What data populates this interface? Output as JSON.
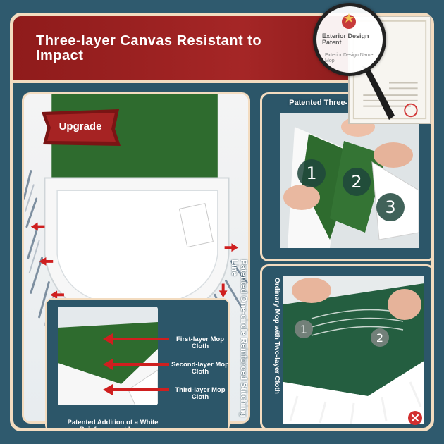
{
  "title": "Three-layer Canvas Resistant to Impact",
  "badge": "Upgrade",
  "patent": {
    "label": "Exterior Design Patent",
    "name": "Exterior Design Name: Mop"
  },
  "left_panel": {
    "stitch_label": "Patented One-circle Reinforced Stitching Line",
    "inset": {
      "layers": [
        "First-layer Mop Cloth",
        "Second-layer Mop Cloth",
        "Third-layer Mop Cloth"
      ],
      "addition_label": "Patented Addition of a White Reinforcement Layer"
    }
  },
  "right_top": {
    "label": "Patented Three-layer Mop Cloth",
    "numbers": [
      "1",
      "2",
      "3"
    ]
  },
  "right_bottom": {
    "label": "Ordinary Mop with Two-layer Cloth",
    "numbers": [
      "1",
      "2"
    ]
  },
  "colors": {
    "background": "#2f5a6e",
    "title_red": "#a52626",
    "cream": "#f3dcc0",
    "green_cloth": "#2e6b2e",
    "cross_red": "#d22f2f"
  },
  "icons": [
    "red-arrow-icon",
    "close-icon",
    "magnifier-icon"
  ]
}
